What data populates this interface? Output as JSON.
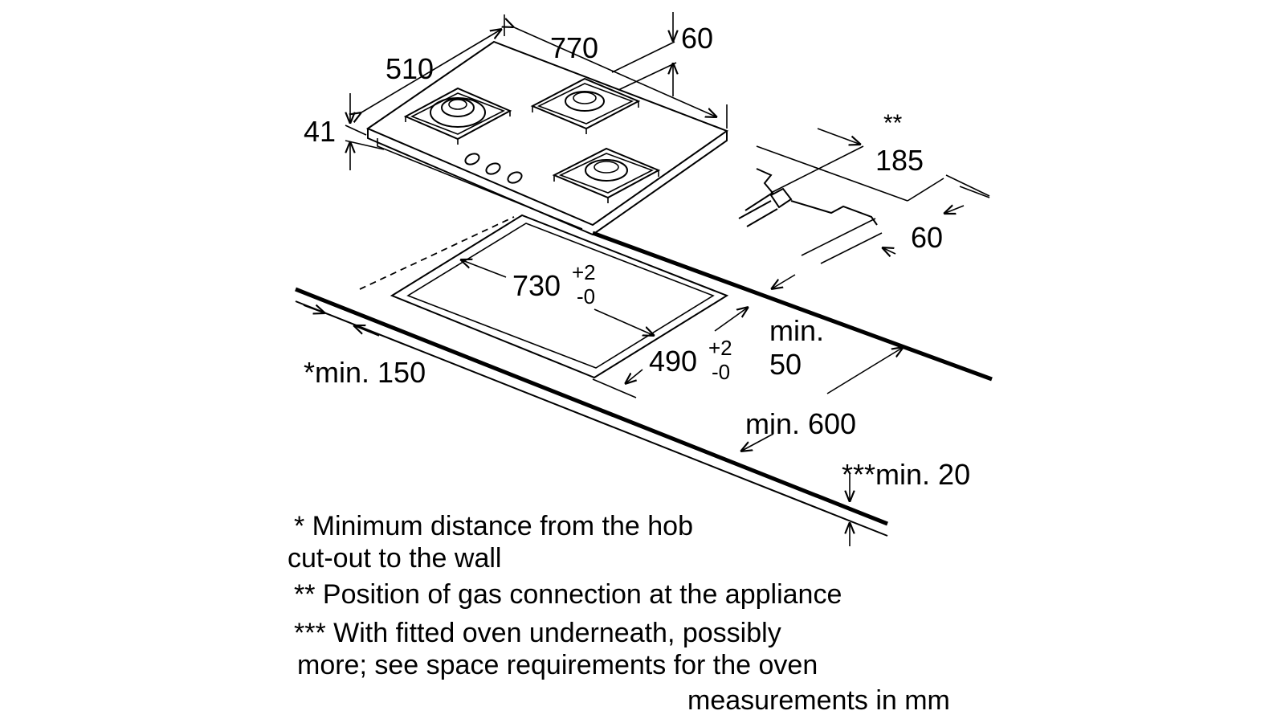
{
  "dimensions": {
    "width_770": "770",
    "depth_510": "510",
    "height_41": "41",
    "rear_60": "60",
    "gas_marker": "**",
    "gas_185": "185",
    "gas_60": "60",
    "cutout_730": "730",
    "cutout_730_plus": "+2",
    "cutout_730_minus": "-0",
    "cutout_490": "490",
    "cutout_490_plus": "+2",
    "cutout_490_minus": "-0",
    "min_50_line1": "min.",
    "min_50_line2": "50",
    "min_600": "min. 600",
    "min_150": "*min. 150",
    "min_20": "***min. 20"
  },
  "notes": {
    "note1_line1": "* Minimum distance from the hob",
    "note1_line2": "cut-out to the wall",
    "note2": "** Position of gas connection at the appliance",
    "note3_line1": "*** With fitted oven underneath, possibly",
    "note3_line2": "more; see space requirements for the oven",
    "units": "measurements in mm"
  }
}
